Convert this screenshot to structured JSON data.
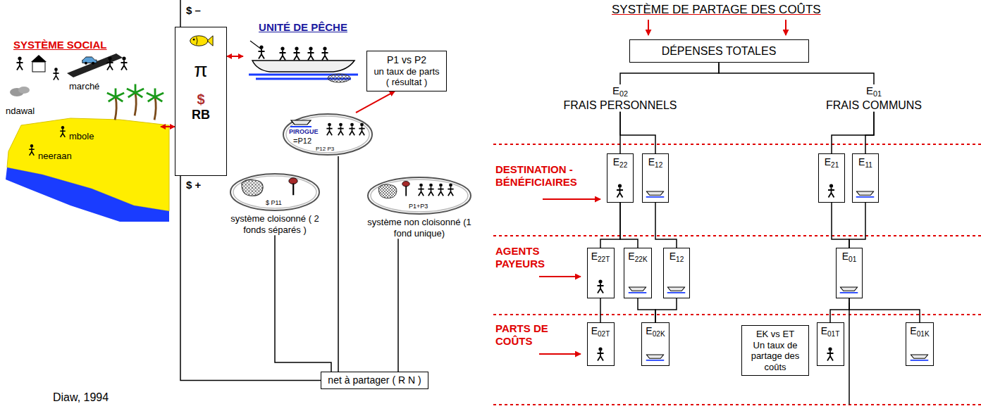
{
  "diagram": {
    "caption": "Diaw, 1994",
    "nodes": [
      {
        "text": [
          "SYSTÈME SOCIAL"
        ]
      },
      {
        "text": [
          "π",
          "$",
          "RB"
        ]
      },
      {
        "text": [
          "UNITÉ DE PÊCHE"
        ]
      },
      {
        "text": [
          "P1 vs P2",
          "un taux de parts",
          "( résultat )"
        ]
      },
      {
        "text": [
          "PIROGUE",
          "=P12",
          "P12 P3"
        ]
      },
      {
        "text": [
          "$ P11",
          "système cloisonné ( 2 fonds séparés )"
        ]
      },
      {
        "text": [
          "P1+P3",
          "système non cloisonné (1 fond unique)"
        ]
      },
      {
        "text": [
          "net à partager ( R N )"
        ]
      },
      {
        "text": [
          "DÉPENSES TOTALES"
        ]
      },
      {
        "text": [
          "E02",
          "FRAIS PERSONNELS"
        ]
      },
      {
        "text": [
          "E01",
          "FRAIS COMMUNS"
        ]
      },
      {
        "text": [
          "E22"
        ]
      },
      {
        "text": [
          "E12"
        ]
      },
      {
        "text": [
          "E21"
        ]
      },
      {
        "text": [
          "E11"
        ]
      },
      {
        "text": [
          "E22T"
        ]
      },
      {
        "text": [
          "E22K"
        ]
      },
      {
        "text": [
          "E12"
        ]
      },
      {
        "text": [
          "E01"
        ]
      },
      {
        "text": [
          "E02T"
        ]
      },
      {
        "text": [
          "E02K"
        ]
      },
      {
        "text": [
          "EK vs ET",
          "Un taux de partage des coûts"
        ]
      },
      {
        "text": [
          "E01T"
        ]
      },
      {
        "text": [
          "E01K"
        ]
      }
    ],
    "edges": [
      {
        "from": 1,
        "to": 0,
        "arrow": "both"
      },
      {
        "from": 1,
        "to": 2,
        "arrow": "both"
      },
      {
        "from": 4,
        "to": 3,
        "arrow": "to"
      },
      {
        "from": 1,
        "to": 7,
        "arrow": "none",
        "label": "$ +"
      },
      {
        "from": 4,
        "to": 7,
        "arrow": "none"
      },
      {
        "from": 5,
        "to": 7,
        "arrow": "none"
      },
      {
        "from": 6,
        "to": 7,
        "arrow": "none"
      },
      {
        "from": 8,
        "to": 9,
        "arrow": "none"
      },
      {
        "from": 8,
        "to": 10,
        "arrow": "none"
      },
      {
        "from": 9,
        "to": 11,
        "arrow": "none"
      },
      {
        "from": 9,
        "to": 12,
        "arrow": "none"
      },
      {
        "from": 10,
        "to": 13,
        "arrow": "none"
      },
      {
        "from": 10,
        "to": 14,
        "arrow": "none"
      },
      {
        "from": 11,
        "to": 15,
        "arrow": "none"
      },
      {
        "from": 11,
        "to": 16,
        "arrow": "none"
      },
      {
        "from": 12,
        "to": 17,
        "arrow": "none"
      },
      {
        "from": 13,
        "to": 18,
        "arrow": "none"
      },
      {
        "from": 14,
        "to": 18,
        "arrow": "none"
      },
      {
        "from": 15,
        "to": 19,
        "arrow": "none"
      },
      {
        "from": 16,
        "to": 20,
        "arrow": "none"
      },
      {
        "from": 17,
        "to": 20,
        "arrow": "none"
      },
      {
        "from": 18,
        "to": 22,
        "arrow": "none"
      },
      {
        "from": 18,
        "to": 23,
        "arrow": "none"
      }
    ],
    "labels": [
      "SYSTÈME DE PARTAGE DES COÛTS",
      "$ –",
      "marché",
      "ndawal",
      "mbole",
      "neeraan",
      "DESTINATION - BÉNÉFICIAIRES",
      "AGENTS PAYEURS",
      "PARTS DE COÛTS"
    ]
  }
}
